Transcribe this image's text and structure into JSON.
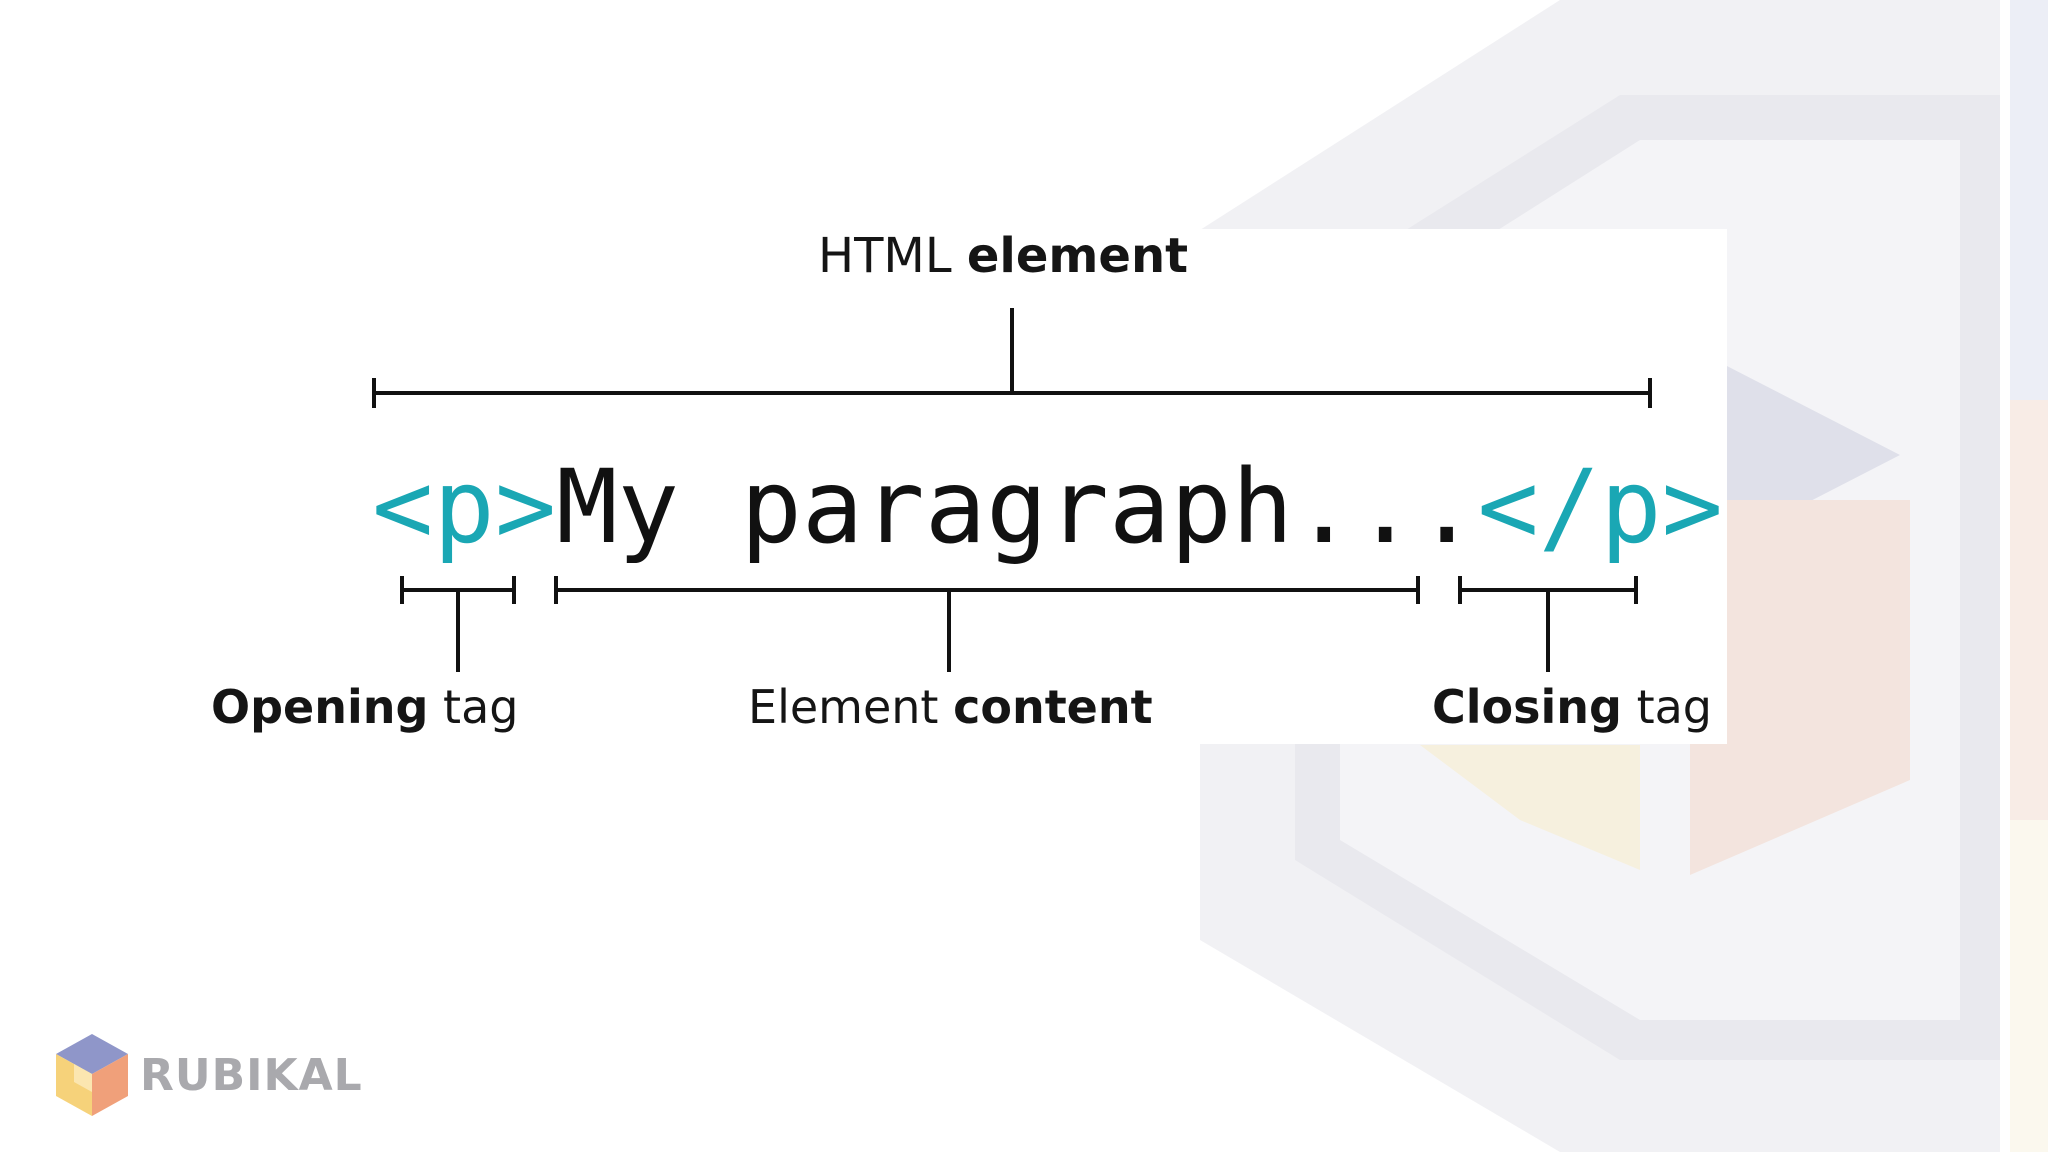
{
  "diagram": {
    "top_label": {
      "light": "HTML ",
      "bold": "element"
    },
    "code": {
      "open_tag": "<p>",
      "content": "My paragraph...",
      "close_tag": "</p>"
    },
    "labels": {
      "opening": {
        "bold": "Opening",
        "light": " tag"
      },
      "content": {
        "light": "Element ",
        "bold": "content"
      },
      "closing": {
        "bold": "Closing",
        "light": " tag"
      }
    }
  },
  "brand": {
    "name": "RUBIKAL",
    "logo_icon": "cube-icon"
  },
  "colors": {
    "tag": "#1aa7b4",
    "text": "#111111",
    "logo_text": "#a9a9ad"
  }
}
